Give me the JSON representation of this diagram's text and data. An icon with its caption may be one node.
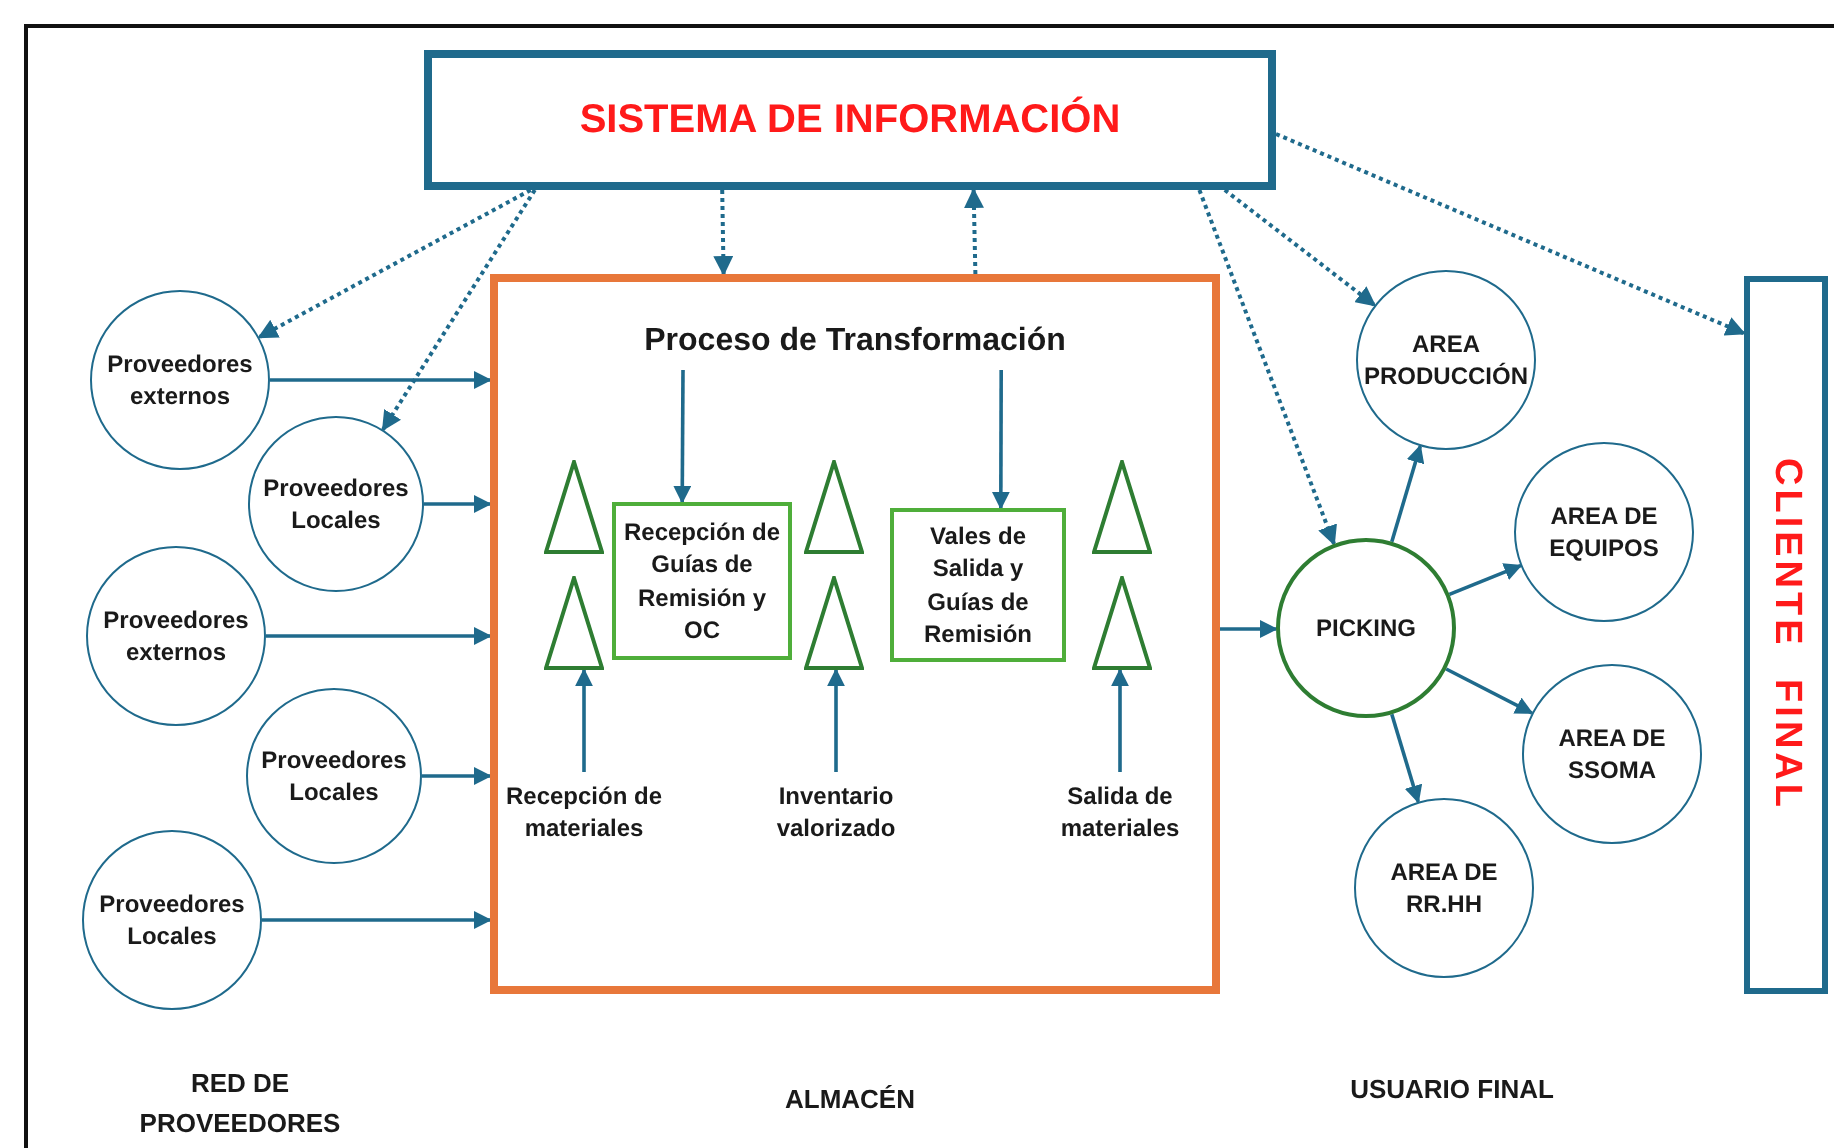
{
  "diagram": {
    "nodes": [
      {
        "text": [
          "SISTEMA DE INFORMACIÓN"
        ]
      },
      {
        "text": [
          "Proveedores externos"
        ]
      },
      {
        "text": [
          "Proveedores Locales"
        ]
      },
      {
        "text": [
          "Proveedores externos"
        ]
      },
      {
        "text": [
          "Proveedores Locales"
        ]
      },
      {
        "text": [
          "Proveedores Locales"
        ]
      },
      {
        "text": [],
        "shape": "box"
      },
      {
        "text": [
          "Proceso de Transformación"
        ],
        "in": 6
      },
      {
        "text": [],
        "shape": "triangle",
        "in": 6
      },
      {
        "text": [],
        "shape": "triangle",
        "in": 6
      },
      {
        "text": [
          "Recepción de Guías de Remisión y OC"
        ],
        "in": 6
      },
      {
        "text": [],
        "shape": "triangle",
        "in": 6
      },
      {
        "text": [],
        "shape": "triangle",
        "in": 6
      },
      {
        "text": [
          "Vales de Salida y Guías de Remisión"
        ],
        "in": 6
      },
      {
        "text": [],
        "shape": "triangle",
        "in": 6
      },
      {
        "text": [],
        "shape": "triangle",
        "in": 6
      },
      {
        "text": [
          "Recepción de materiales"
        ],
        "in": 6
      },
      {
        "text": [
          "Inventario valorizado"
        ],
        "in": 6
      },
      {
        "text": [
          "Salida de materiales"
        ],
        "in": 6
      },
      {
        "text": [
          "PICKING"
        ]
      },
      {
        "text": [
          "AREA PRODUCCIÓN"
        ]
      },
      {
        "text": [
          "AREA DE EQUIPOS"
        ]
      },
      {
        "text": [
          "AREA DE SSOMA"
        ]
      },
      {
        "text": [
          "AREA DE RR.HH"
        ]
      },
      {
        "text": [
          "CLIENTE FINAL"
        ]
      }
    ],
    "edges": [
      {
        "from": 0,
        "to": 1,
        "arrow": "to",
        "style": "dashed"
      },
      {
        "from": 0,
        "to": 2,
        "arrow": "to",
        "style": "dashed"
      },
      {
        "from": 0,
        "to": 6,
        "arrow": "to",
        "style": "dashed"
      },
      {
        "from": 6,
        "to": 0,
        "arrow": "to",
        "style": "dashed"
      },
      {
        "from": 0,
        "to": 19,
        "arrow": "to",
        "style": "dashed"
      },
      {
        "from": 0,
        "to": 20,
        "arrow": "to",
        "style": "dashed"
      },
      {
        "from": 0,
        "to": 24,
        "arrow": "to",
        "style": "dashed"
      },
      {
        "from": 1,
        "to": 6,
        "arrow": "to"
      },
      {
        "from": 2,
        "to": 6,
        "arrow": "to"
      },
      {
        "from": 3,
        "to": 6,
        "arrow": "to"
      },
      {
        "from": 4,
        "to": 6,
        "arrow": "to"
      },
      {
        "from": 5,
        "to": 6,
        "arrow": "to"
      },
      {
        "from": 7,
        "to": 10,
        "arrow": "to"
      },
      {
        "from": 7,
        "to": 13,
        "arrow": "to"
      },
      {
        "from": 16,
        "to": 9,
        "arrow": "to"
      },
      {
        "from": 17,
        "to": 12,
        "arrow": "to"
      },
      {
        "from": 18,
        "to": 15,
        "arrow": "to"
      },
      {
        "from": 6,
        "to": 19,
        "arrow": "to"
      },
      {
        "from": 19,
        "to": 20,
        "arrow": "to"
      },
      {
        "from": 19,
        "to": 21,
        "arrow": "to"
      },
      {
        "from": 19,
        "to": 22,
        "arrow": "to"
      },
      {
        "from": 19,
        "to": 23,
        "arrow": "to"
      }
    ],
    "labels": [
      "RED DE PROVEEDORES",
      "ALMACÉN",
      "USUARIO FINAL"
    ]
  }
}
